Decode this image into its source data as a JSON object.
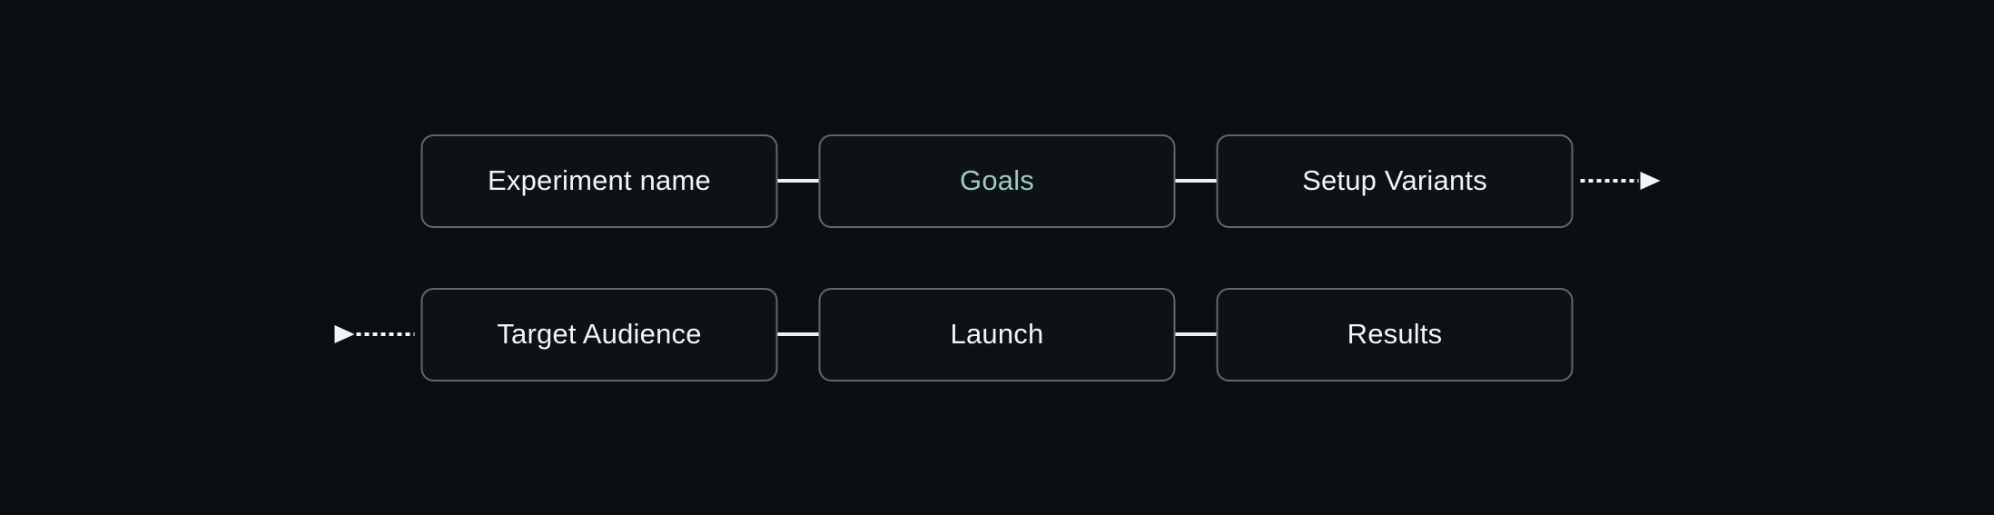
{
  "diagram": {
    "rows": [
      {
        "steps": [
          {
            "label": "Experiment name",
            "state": "default"
          },
          {
            "label": "Goals",
            "state": "active"
          },
          {
            "label": "Setup Variants",
            "state": "default"
          }
        ],
        "continuation": "trailing-dotted-arrow-right"
      },
      {
        "steps": [
          {
            "label": "Target Audience",
            "state": "default"
          },
          {
            "label": "Launch",
            "state": "default"
          },
          {
            "label": "Results",
            "state": "default"
          }
        ],
        "continuation": "leading-dotted-arrow-right"
      }
    ],
    "colors": {
      "background": "#0b0f13",
      "node_fill": "#0e1216",
      "node_border": "#5f6770",
      "text_default": "#f2f4f6",
      "text_active": "#9ecbba",
      "connector": "#eef0f2"
    }
  }
}
